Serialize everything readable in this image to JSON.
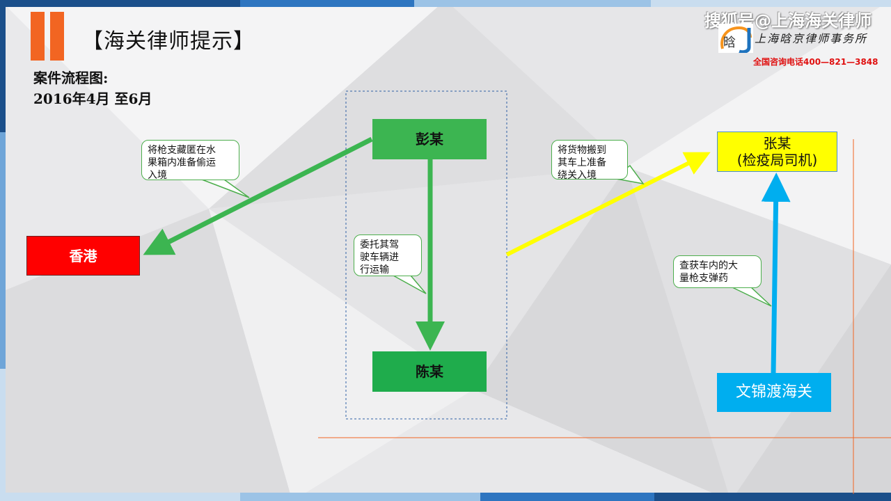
{
  "header": {
    "title": "【海关律师提示】",
    "subtitle_line1": "案件流程图:",
    "subtitle_line2": "2016年4月 至6月"
  },
  "branding": {
    "watermark": "搜狐号@上海海关律师",
    "firm_name": "上海晗京律师事务所",
    "phone": "全国咨询电话400—821—3848",
    "logo_char": "晗"
  },
  "nodes": {
    "hongkong": {
      "label": "香港",
      "color": "#ff0000"
    },
    "peng": {
      "label": "彭某",
      "color": "#3cb551"
    },
    "chen": {
      "label": "陈某",
      "color": "#1fac4c"
    },
    "zhang": {
      "label": "张某\n(检疫局司机)",
      "color": "#ffff00"
    },
    "customs": {
      "label": "文锦渡海关",
      "color": "#00aeef"
    }
  },
  "callouts": {
    "hide_guns": "将枪支藏匿在水\n果箱内准备偷运\n入境",
    "entrust": "委托其驾\n驶车辆进\n行运输",
    "move_goods": "将货物搬到\n其车上准备\n绕关入境",
    "seized": "查获车内的大\n量枪支弹药"
  },
  "colors": {
    "accent": "#f26522",
    "green_arrow": "#3cb551",
    "yellow_arrow": "#ffff00",
    "blue_arrow": "#00aeef",
    "orange_line": "#f26522"
  }
}
